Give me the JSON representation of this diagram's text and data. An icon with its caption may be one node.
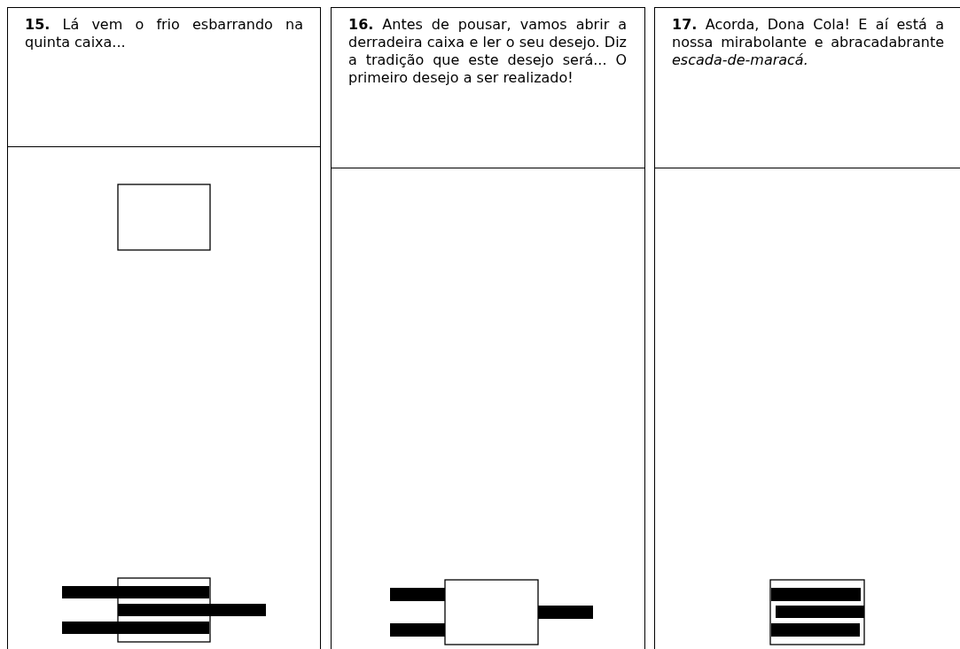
{
  "diagram": {
    "nodes": [
      {
        "text": [
          "**15.** Lá vem o frio esbarrando na quinta caixa..."
        ]
      },
      {
        "text": [
          "**16.** Antes de pousar, vamos abrir a derradeira caixa e ler o seu desejo. Diz a tradição que este desejo será... O primeiro desejo a ser realizado!"
        ]
      },
      {
        "text": [
          "**17.** Acorda, Dona Cola! E aí está a nossa mirabolante e abracadabrante *escada-de-maracá.*"
        ]
      }
    ]
  }
}
